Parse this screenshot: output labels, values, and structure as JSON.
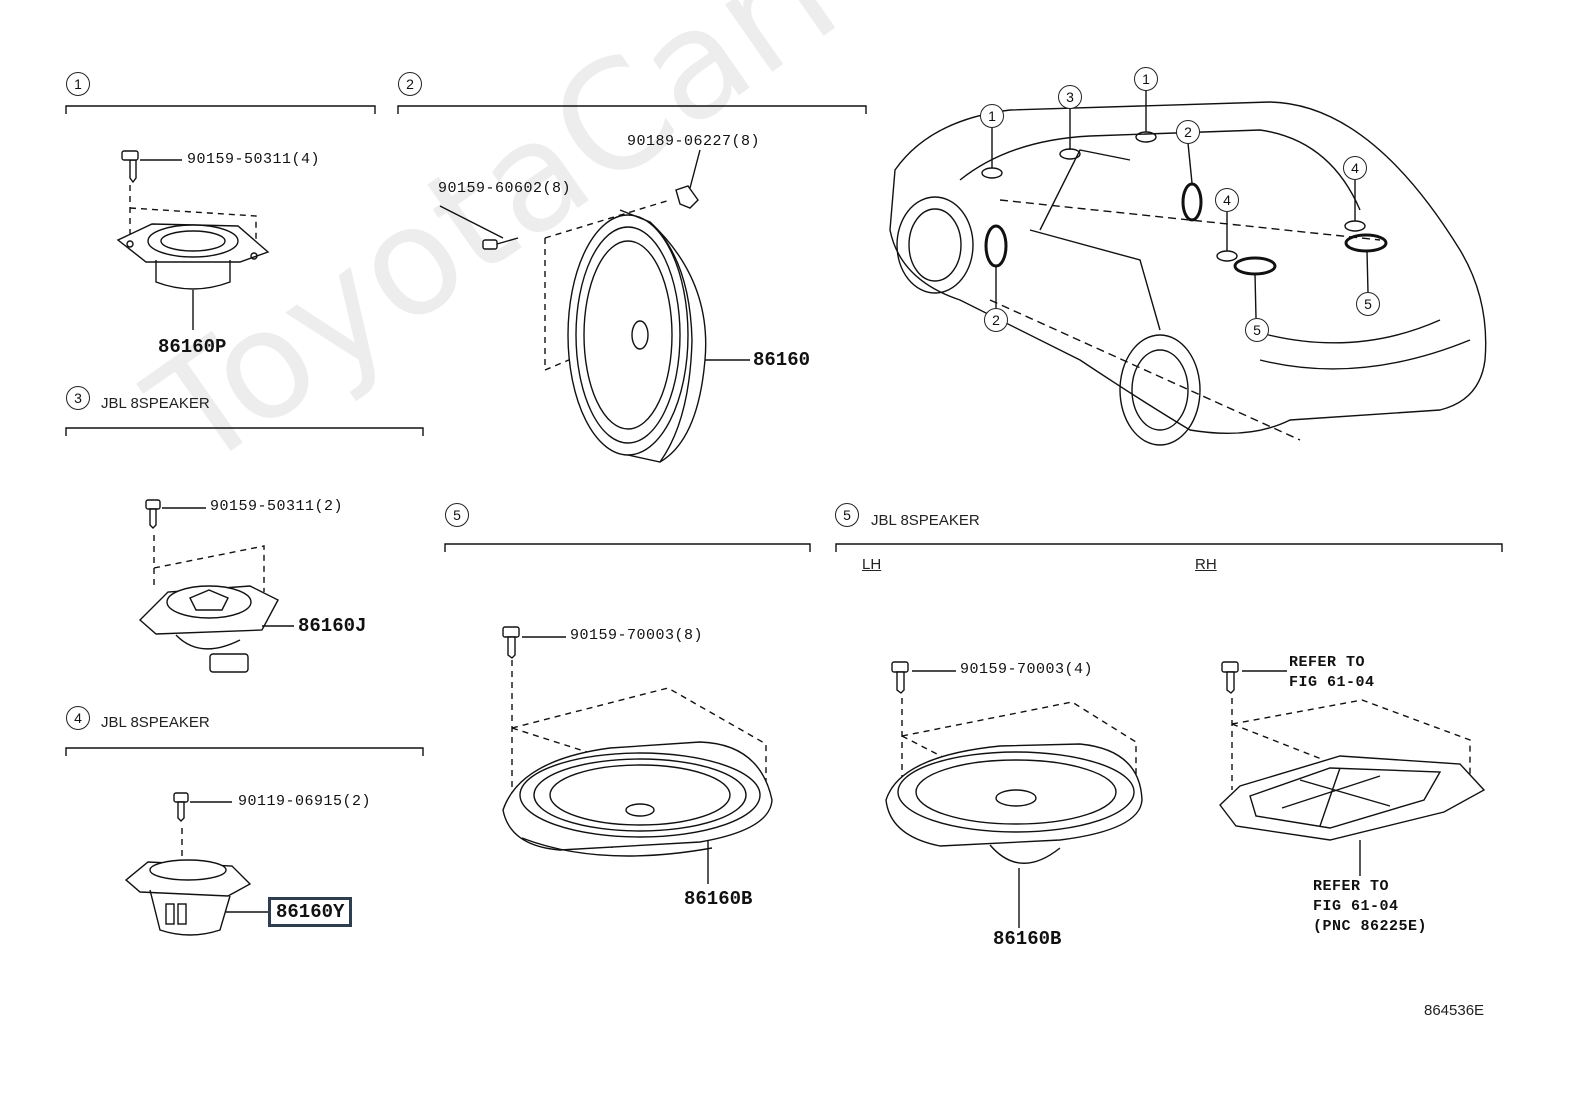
{
  "watermark": "ToyotaCarMini.ru",
  "figure_code": "864536E",
  "sections": {
    "s1": {
      "num": "1"
    },
    "s2": {
      "num": "2"
    },
    "s3": {
      "num": "3",
      "title": "JBL 8SPEAKER"
    },
    "s4": {
      "num": "4",
      "title": "JBL 8SPEAKER"
    },
    "s5a": {
      "num": "5"
    },
    "s5b": {
      "num": "5",
      "title": "JBL 8SPEAKER",
      "lh": "LH",
      "rh": "RH"
    }
  },
  "callouts": {
    "s1_screw": "90159-50311(4)",
    "s1_part": "86160P",
    "s2_screw": "90159-60602(8)",
    "s2_nut": "90189-06227(8)",
    "s2_part": "86160",
    "s3_screw": "90159-50311(2)",
    "s3_part": "86160J",
    "s4_screw": "90119-06915(2)",
    "s4_part": "86160Y",
    "s5a_screw": "90159-70003(8)",
    "s5a_part": "86160B",
    "s5lh_screw": "90159-70003(4)",
    "s5lh_part": "86160B",
    "s5rh_ref_top_1": "REFER TO",
    "s5rh_ref_top_2": "FIG 61-04",
    "s5rh_ref_bot_1": "REFER TO",
    "s5rh_ref_bot_2": "FIG 61-04",
    "s5rh_ref_bot_3": "(PNC 86225E)"
  },
  "car_markers": [
    "1",
    "3",
    "1",
    "2",
    "4",
    "4",
    "2",
    "5",
    "5"
  ],
  "colors": {
    "line": "#111111",
    "highlight_box": "#2c3e50"
  }
}
